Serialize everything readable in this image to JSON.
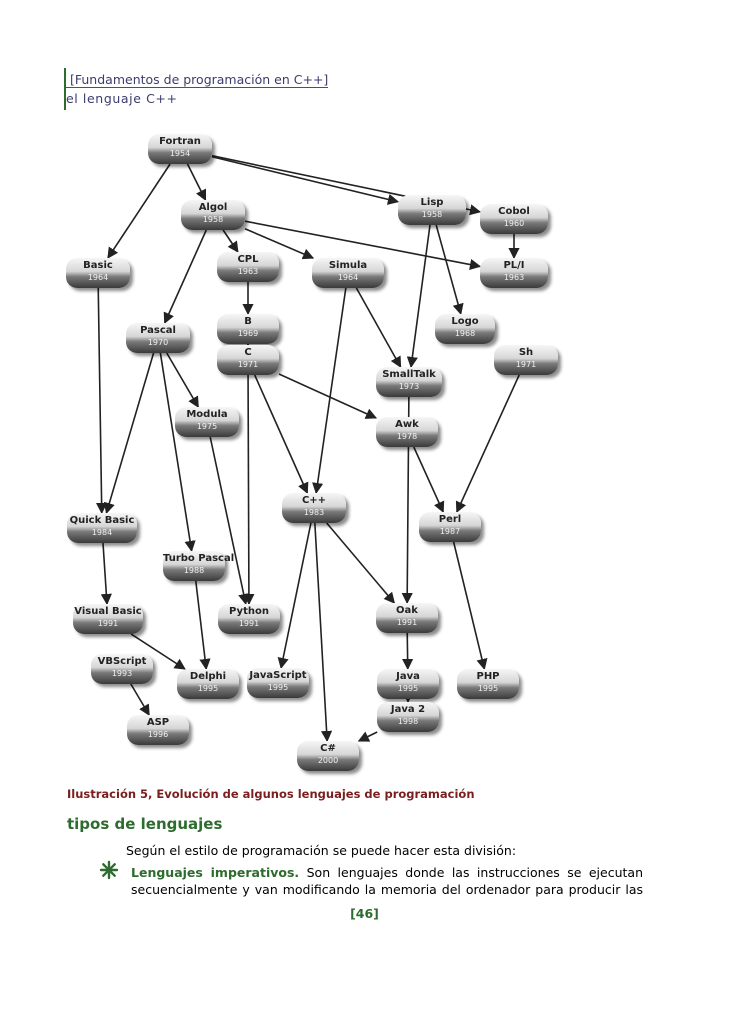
{
  "header": {
    "book_title": "[Fundamentos de programación en C++]",
    "chapter": "el lenguaje C++"
  },
  "nodes": {
    "fortran": {
      "name": "Fortran",
      "year": "1954"
    },
    "algol": {
      "name": "Algol",
      "year": "1958"
    },
    "lisp": {
      "name": "Lisp",
      "year": "1958"
    },
    "cobol": {
      "name": "Cobol",
      "year": "1960"
    },
    "cpl": {
      "name": "CPL",
      "year": "1963"
    },
    "basic": {
      "name": "Basic",
      "year": "1964"
    },
    "simula": {
      "name": "Simula",
      "year": "1964"
    },
    "pl1": {
      "name": "PL/I",
      "year": "1963"
    },
    "b": {
      "name": "B",
      "year": "1969"
    },
    "logo": {
      "name": "Logo",
      "year": "1968"
    },
    "pascal": {
      "name": "Pascal",
      "year": "1970"
    },
    "c": {
      "name": "C",
      "year": "1971"
    },
    "sh": {
      "name": "Sh",
      "year": "1971"
    },
    "smalltalk": {
      "name": "SmallTalk",
      "year": "1973"
    },
    "modula": {
      "name": "Modula",
      "year": "1975"
    },
    "awk": {
      "name": "Awk",
      "year": "1978"
    },
    "cpp": {
      "name": "C++",
      "year": "1983"
    },
    "quickbasic": {
      "name": "Quick Basic",
      "year": "1984"
    },
    "perl": {
      "name": "Perl",
      "year": "1987"
    },
    "turbopascal": {
      "name": "Turbo Pascal",
      "year": "1988"
    },
    "visualbasic": {
      "name": "Visual Basic",
      "year": "1991"
    },
    "python": {
      "name": "Python",
      "year": "1991"
    },
    "oak": {
      "name": "Oak",
      "year": "1991"
    },
    "vbscript": {
      "name": "VBScript",
      "year": "1993"
    },
    "delphi": {
      "name": "Delphi",
      "year": "1995"
    },
    "javascript": {
      "name": "JavaScript",
      "year": "1995"
    },
    "java": {
      "name": "Java",
      "year": "1995"
    },
    "php": {
      "name": "PHP",
      "year": "1995"
    },
    "java2": {
      "name": "Java 2",
      "year": "1998"
    },
    "asp": {
      "name": "ASP",
      "year": "1996"
    },
    "csharp": {
      "name": "C#",
      "year": "2000"
    }
  },
  "edges": [
    [
      "fortran",
      "algol"
    ],
    [
      "fortran",
      "basic"
    ],
    [
      "fortran",
      "lisp"
    ],
    [
      "fortran",
      "cobol"
    ],
    [
      "algol",
      "cpl"
    ],
    [
      "algol",
      "simula"
    ],
    [
      "algol",
      "pl1"
    ],
    [
      "algol",
      "pascal"
    ],
    [
      "cobol",
      "pl1"
    ],
    [
      "cpl",
      "b"
    ],
    [
      "b",
      "c"
    ],
    [
      "lisp",
      "logo"
    ],
    [
      "lisp",
      "smalltalk"
    ],
    [
      "simula",
      "smalltalk"
    ],
    [
      "simula",
      "cpp"
    ],
    [
      "pascal",
      "modula"
    ],
    [
      "pascal",
      "quickbasic"
    ],
    [
      "pascal",
      "turbopascal"
    ],
    [
      "basic",
      "quickbasic"
    ],
    [
      "c",
      "python"
    ],
    [
      "c",
      "cpp"
    ],
    [
      "c",
      "awk"
    ],
    [
      "modula",
      "python"
    ],
    [
      "awk",
      "perl"
    ],
    [
      "sh",
      "perl"
    ],
    [
      "smalltalk",
      "oak"
    ],
    [
      "quickbasic",
      "visualbasic"
    ],
    [
      "visualbasic",
      "delphi"
    ],
    [
      "turbopascal",
      "delphi"
    ],
    [
      "cpp",
      "javascript"
    ],
    [
      "cpp",
      "csharp"
    ],
    [
      "cpp",
      "oak"
    ],
    [
      "oak",
      "java"
    ],
    [
      "java",
      "java2"
    ],
    [
      "java2",
      "csharp"
    ],
    [
      "vbscript",
      "asp"
    ],
    [
      "perl",
      "php"
    ]
  ],
  "caption": "Ilustración 5, Evolución de algunos lenguajes de programación",
  "section": {
    "title": "tipos de lenguajes",
    "intro": "Según el estilo de programación se puede hacer esta división:",
    "bullet": {
      "term": "Lenguajes imperativos.",
      "text": " Son lenguajes donde las instrucciones se ejecutan secuencialmente y van modificando la memoria del ordenador para producir las"
    }
  },
  "page_number": "[46]",
  "colors": {
    "accent_green": "#2e6b2e",
    "caption_red": "#7a1e1e",
    "header_text": "#3c3c6e"
  }
}
